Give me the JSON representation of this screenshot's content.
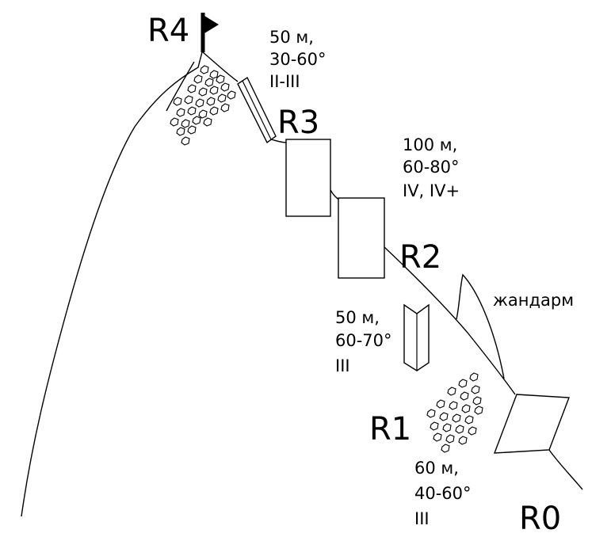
{
  "points": {
    "r0": "R0",
    "r1": "R1",
    "r2": "R2",
    "r3": "R3",
    "r4": "R4"
  },
  "sections": {
    "r3_r4": {
      "length": "50 м,",
      "angle": "30-60°",
      "grade": "II-III"
    },
    "r2_r3": {
      "length": "100 м,",
      "angle": "60-80°",
      "grade": "IV, IV+"
    },
    "dihedral": {
      "length": "50 м,",
      "angle": "60-70°",
      "grade": "III"
    },
    "r0_r1": {
      "length": "60 м,",
      "angle": "40-60°",
      "grade": "III"
    }
  },
  "features": {
    "gendarme": "жандарм"
  },
  "colors": {
    "ink": "#000000",
    "background": "#ffffff"
  }
}
